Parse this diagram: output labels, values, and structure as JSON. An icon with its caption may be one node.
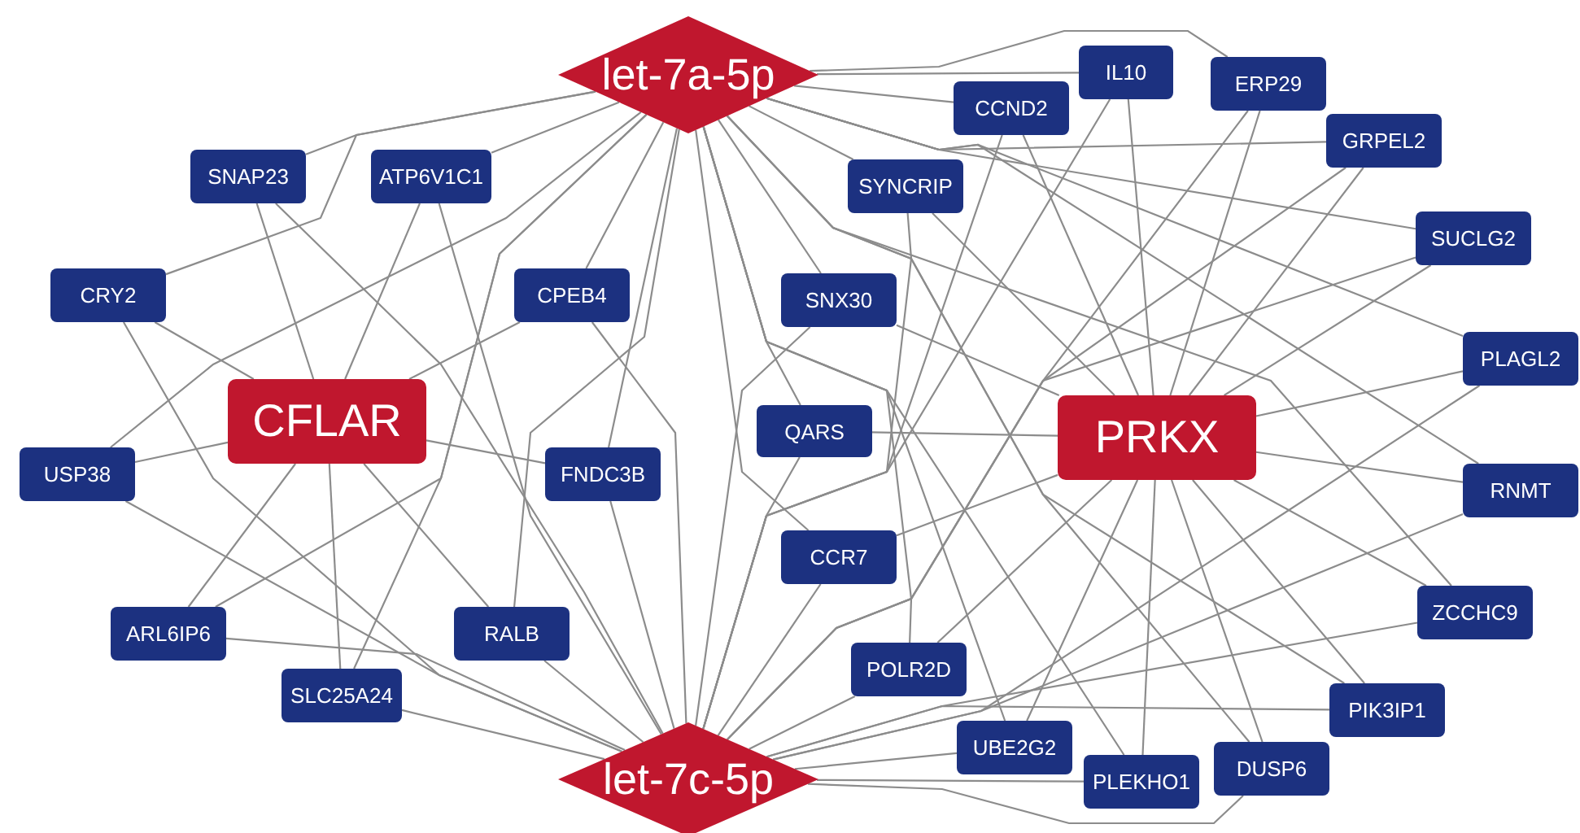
{
  "diagram": {
    "nodes": [
      {
        "text": [
          "let-7a-5p"
        ]
      },
      {
        "text": [
          "IL10"
        ]
      },
      {
        "text": [
          "ERP29"
        ]
      },
      {
        "text": [
          "CCND2"
        ]
      },
      {
        "text": [
          "GRPEL2"
        ]
      },
      {
        "text": [
          "SNAP23"
        ]
      },
      {
        "text": [
          "ATP6V1C1"
        ]
      },
      {
        "text": [
          "SYNCRIP"
        ]
      },
      {
        "text": [
          "SUCLG2"
        ]
      },
      {
        "text": [
          "CRY2"
        ]
      },
      {
        "text": [
          "CPEB4"
        ]
      },
      {
        "text": [
          "SNX30"
        ]
      },
      {
        "text": [
          "PLAGL2"
        ]
      },
      {
        "text": [
          "CFLAR"
        ]
      },
      {
        "text": [
          "QARS"
        ]
      },
      {
        "text": [
          "PRKX"
        ]
      },
      {
        "text": [
          "USP38"
        ]
      },
      {
        "text": [
          "FNDC3B"
        ]
      },
      {
        "text": [
          "RNMT"
        ]
      },
      {
        "text": [
          "CCR7"
        ]
      },
      {
        "text": [
          "ZCCHC9"
        ]
      },
      {
        "text": [
          "ARL6IP6"
        ]
      },
      {
        "text": [
          "RALB"
        ]
      },
      {
        "text": [
          "POLR2D"
        ]
      },
      {
        "text": [
          "SLC25A24"
        ]
      },
      {
        "text": [
          "PIK3IP1"
        ]
      },
      {
        "text": [
          "UBE2G2"
        ]
      },
      {
        "text": [
          "DUSP6"
        ]
      },
      {
        "text": [
          "let-7c-5p"
        ]
      },
      {
        "text": [
          "PLEKHO1"
        ]
      }
    ],
    "edges": [
      {
        "from": 0,
        "to": 5,
        "arrow": "none"
      },
      {
        "from": 13,
        "to": 5,
        "arrow": "none"
      },
      {
        "from": 28,
        "to": 5,
        "arrow": "none"
      },
      {
        "from": 0,
        "to": 6,
        "arrow": "none"
      },
      {
        "from": 13,
        "to": 6,
        "arrow": "none"
      },
      {
        "from": 28,
        "to": 6,
        "arrow": "none"
      },
      {
        "from": 0,
        "to": 9,
        "arrow": "none"
      },
      {
        "from": 13,
        "to": 9,
        "arrow": "none"
      },
      {
        "from": 28,
        "to": 9,
        "arrow": "none"
      },
      {
        "from": 0,
        "to": 10,
        "arrow": "none"
      },
      {
        "from": 13,
        "to": 10,
        "arrow": "none"
      },
      {
        "from": 28,
        "to": 10,
        "arrow": "none"
      },
      {
        "from": 0,
        "to": 16,
        "arrow": "none"
      },
      {
        "from": 13,
        "to": 16,
        "arrow": "none"
      },
      {
        "from": 28,
        "to": 16,
        "arrow": "none"
      },
      {
        "from": 0,
        "to": 17,
        "arrow": "none"
      },
      {
        "from": 13,
        "to": 17,
        "arrow": "none"
      },
      {
        "from": 28,
        "to": 17,
        "arrow": "none"
      },
      {
        "from": 0,
        "to": 21,
        "arrow": "none"
      },
      {
        "from": 13,
        "to": 21,
        "arrow": "none"
      },
      {
        "from": 28,
        "to": 21,
        "arrow": "none"
      },
      {
        "from": 0,
        "to": 22,
        "arrow": "none"
      },
      {
        "from": 13,
        "to": 22,
        "arrow": "none"
      },
      {
        "from": 28,
        "to": 22,
        "arrow": "none"
      },
      {
        "from": 0,
        "to": 24,
        "arrow": "none"
      },
      {
        "from": 13,
        "to": 24,
        "arrow": "none"
      },
      {
        "from": 28,
        "to": 24,
        "arrow": "none"
      },
      {
        "from": 0,
        "to": 1,
        "arrow": "none"
      },
      {
        "from": 15,
        "to": 1,
        "arrow": "none"
      },
      {
        "from": 28,
        "to": 1,
        "arrow": "none"
      },
      {
        "from": 0,
        "to": 2,
        "arrow": "none"
      },
      {
        "from": 15,
        "to": 2,
        "arrow": "none"
      },
      {
        "from": 28,
        "to": 2,
        "arrow": "none"
      },
      {
        "from": 0,
        "to": 3,
        "arrow": "none"
      },
      {
        "from": 15,
        "to": 3,
        "arrow": "none"
      },
      {
        "from": 28,
        "to": 3,
        "arrow": "none"
      },
      {
        "from": 0,
        "to": 4,
        "arrow": "none"
      },
      {
        "from": 15,
        "to": 4,
        "arrow": "none"
      },
      {
        "from": 28,
        "to": 4,
        "arrow": "none"
      },
      {
        "from": 0,
        "to": 7,
        "arrow": "none"
      },
      {
        "from": 15,
        "to": 7,
        "arrow": "none"
      },
      {
        "from": 28,
        "to": 7,
        "arrow": "none"
      },
      {
        "from": 0,
        "to": 8,
        "arrow": "none"
      },
      {
        "from": 15,
        "to": 8,
        "arrow": "none"
      },
      {
        "from": 28,
        "to": 8,
        "arrow": "none"
      },
      {
        "from": 0,
        "to": 11,
        "arrow": "none"
      },
      {
        "from": 15,
        "to": 11,
        "arrow": "none"
      },
      {
        "from": 28,
        "to": 11,
        "arrow": "none"
      },
      {
        "from": 0,
        "to": 12,
        "arrow": "none"
      },
      {
        "from": 15,
        "to": 12,
        "arrow": "none"
      },
      {
        "from": 28,
        "to": 12,
        "arrow": "none"
      },
      {
        "from": 0,
        "to": 14,
        "arrow": "none"
      },
      {
        "from": 15,
        "to": 14,
        "arrow": "none"
      },
      {
        "from": 28,
        "to": 14,
        "arrow": "none"
      },
      {
        "from": 0,
        "to": 18,
        "arrow": "none"
      },
      {
        "from": 15,
        "to": 18,
        "arrow": "none"
      },
      {
        "from": 28,
        "to": 18,
        "arrow": "none"
      },
      {
        "from": 0,
        "to": 19,
        "arrow": "none"
      },
      {
        "from": 15,
        "to": 19,
        "arrow": "none"
      },
      {
        "from": 28,
        "to": 19,
        "arrow": "none"
      },
      {
        "from": 0,
        "to": 20,
        "arrow": "none"
      },
      {
        "from": 15,
        "to": 20,
        "arrow": "none"
      },
      {
        "from": 28,
        "to": 20,
        "arrow": "none"
      },
      {
        "from": 0,
        "to": 23,
        "arrow": "none"
      },
      {
        "from": 15,
        "to": 23,
        "arrow": "none"
      },
      {
        "from": 28,
        "to": 23,
        "arrow": "none"
      },
      {
        "from": 0,
        "to": 25,
        "arrow": "none"
      },
      {
        "from": 15,
        "to": 25,
        "arrow": "none"
      },
      {
        "from": 28,
        "to": 25,
        "arrow": "none"
      },
      {
        "from": 0,
        "to": 26,
        "arrow": "none"
      },
      {
        "from": 15,
        "to": 26,
        "arrow": "none"
      },
      {
        "from": 28,
        "to": 26,
        "arrow": "none"
      },
      {
        "from": 0,
        "to": 27,
        "arrow": "none"
      },
      {
        "from": 15,
        "to": 27,
        "arrow": "none"
      },
      {
        "from": 28,
        "to": 27,
        "arrow": "none"
      },
      {
        "from": 0,
        "to": 29,
        "arrow": "none"
      },
      {
        "from": 15,
        "to": 29,
        "arrow": "none"
      },
      {
        "from": 28,
        "to": 29,
        "arrow": "none"
      }
    ]
  }
}
